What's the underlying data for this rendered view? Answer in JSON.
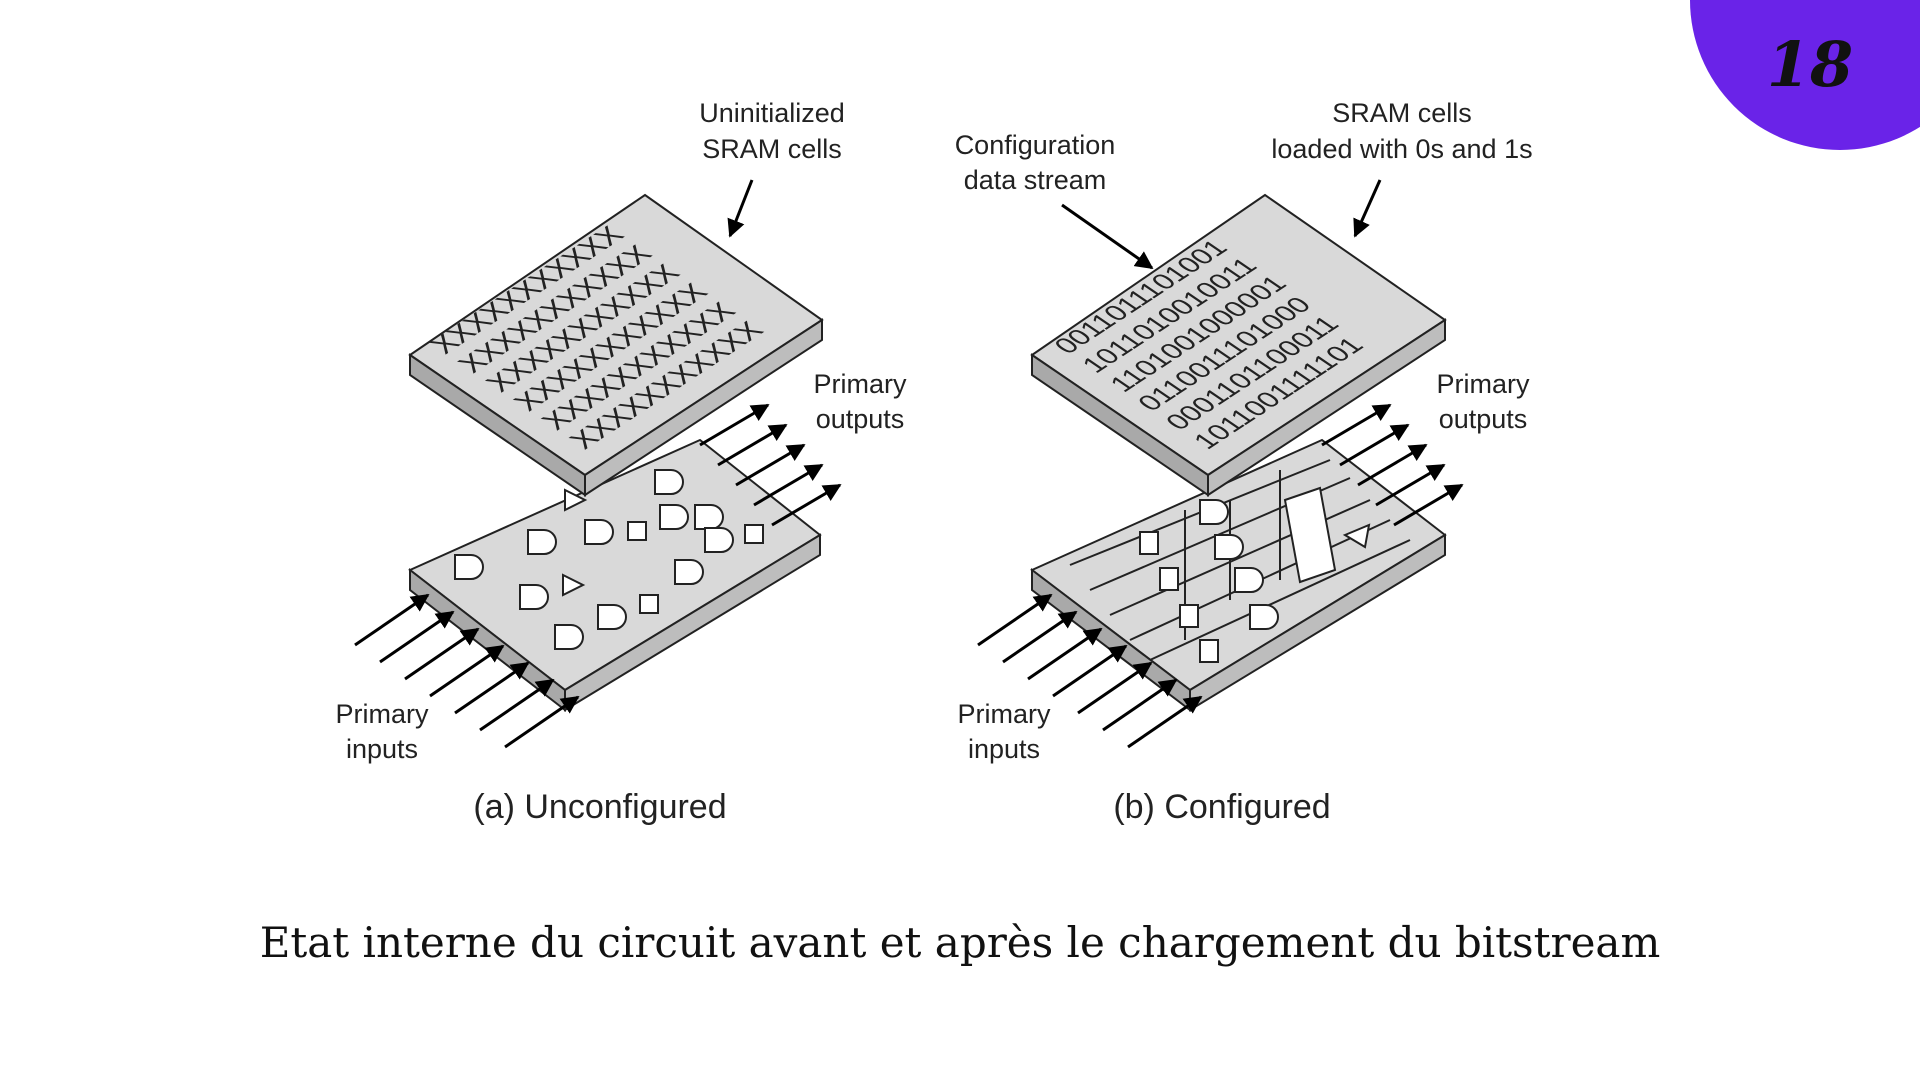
{
  "slide": {
    "page_number": "18",
    "caption": "Etat interne du circuit avant et après le chargement du bitstream",
    "colors": {
      "badge": "#6a23e8",
      "text": "#111111",
      "plate": "#d9d9d9"
    }
  },
  "figure": {
    "left": {
      "sram_label_line1": "Uninitialized",
      "sram_label_line2": "SRAM cells",
      "sram_cells": [
        "XXXXXXXXXXX",
        "XXXXXXXXXXX",
        "XXXXXXXXXXX",
        "XXXXXXXXXXX",
        "XXXXXXXXXXX",
        "XXXXXXXXXXX"
      ],
      "inputs_line1": "Primary",
      "inputs_line2": "inputs",
      "outputs_line1": "Primary",
      "outputs_line2": "outputs",
      "caption": "(a) Unconfigured"
    },
    "right": {
      "stream_label_line1": "Configuration",
      "stream_label_line2": "data stream",
      "sram_label_line1": "SRAM cells",
      "sram_label_line2": "loaded with 0s and 1s",
      "sram_bits": [
        "0011011101001",
        "1011010010011",
        "1101001000001",
        "0110011101000",
        "0001101100011",
        "1011001111101"
      ],
      "inputs_line1": "Primary",
      "inputs_line2": "inputs",
      "outputs_line1": "Primary",
      "outputs_line2": "outputs",
      "caption": "(b) Configured"
    }
  }
}
